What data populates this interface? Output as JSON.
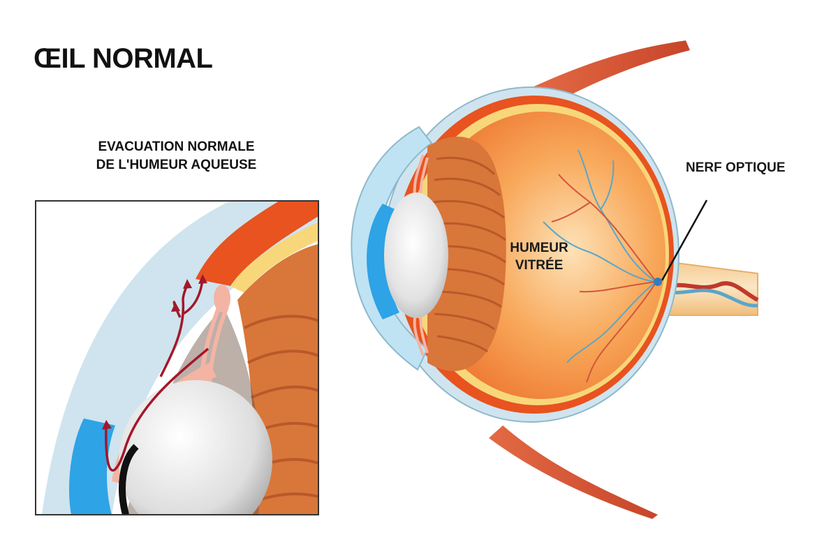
{
  "title": "ŒIL NORMAL",
  "inset": {
    "caption_line1": "EVACUATION NORMALE",
    "caption_line2": "DE L'HUMEUR AQUEUSE"
  },
  "labels": {
    "humeur_vitree_line1": "HUMEUR",
    "humeur_vitree_line2": "VITRÉE",
    "nerf_optique": "NERF OPTIQUE"
  },
  "colors": {
    "sclera": "#e8531f",
    "vitreous": "#f6a050",
    "retina_yellow": "#f7d77a",
    "cornea_blue": "#bfe3f2",
    "iris_blue": "#2ea3e6",
    "muscle": "#d9583a",
    "lens": "#e6e6e6",
    "ciliary": "#d9763a",
    "artery": "#c0392b",
    "vein": "#5aa6c8",
    "aqueous_arrow": "#a3172b"
  }
}
